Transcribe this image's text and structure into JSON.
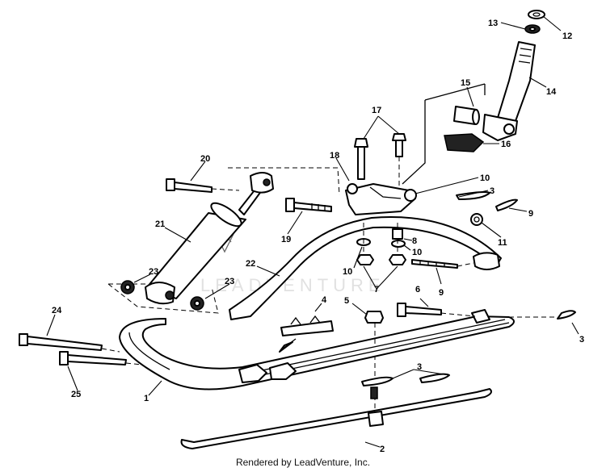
{
  "watermark": "LEADVENTURE",
  "credit": "Rendered by LeadVenture, Inc.",
  "callouts": {
    "c1": "1",
    "c2": "2",
    "c3a": "3",
    "c3b": "3",
    "c3c": "3",
    "c4": "4",
    "c5": "5",
    "c6": "6",
    "c7": "7",
    "c8": "8",
    "c9a": "9",
    "c9b": "9",
    "c10a": "10",
    "c10b": "10",
    "c10c": "10",
    "c11": "11",
    "c12": "12",
    "c13": "13",
    "c14": "14",
    "c15": "15",
    "c16": "16",
    "c17": "17",
    "c18": "18",
    "c19": "19",
    "c20": "20",
    "c21": "21",
    "c22": "22",
    "c23a": "23",
    "c23b": "23",
    "c24": "24",
    "c25": "25"
  }
}
